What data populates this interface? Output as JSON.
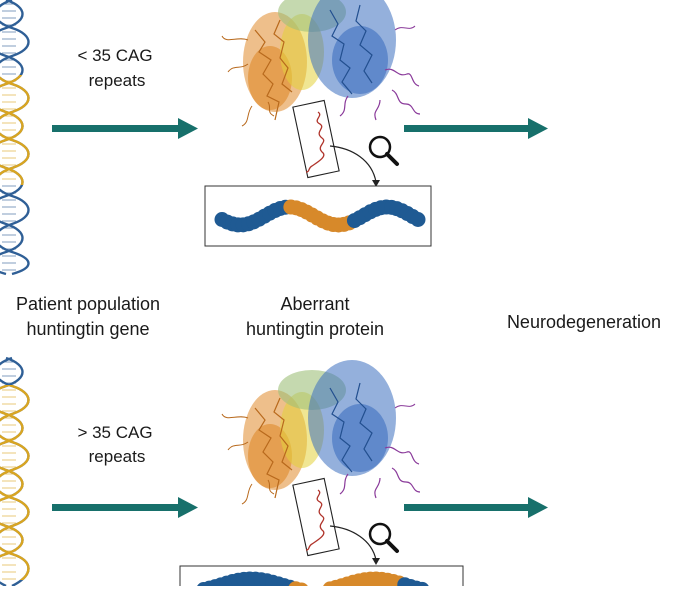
{
  "top_panel": {
    "repeat_label_line1": "< 35 CAG",
    "repeat_label_line2": "repeats"
  },
  "middle_labels": {
    "gene_line1": "Patient population",
    "gene_line2": "huntingtin gene",
    "protein_line1": "Aberrant",
    "protein_line2": "huntingtin protein",
    "outcome": "Neurodegeneration"
  },
  "bottom_panel": {
    "repeat_label_line1": "> 35 CAG",
    "repeat_label_line2": "repeats"
  },
  "colors": {
    "arrow": "#17706b",
    "dna_blue": "#2f5f96",
    "dna_gold": "#d9a521",
    "chain_blue": "#1f5a93",
    "chain_orange": "#d7892a",
    "protein_orange": "#e08a2c",
    "protein_yellow": "#e3d23a",
    "protein_green": "#9fc07a",
    "protein_blue": "#3d6fbf",
    "loop_purple": "#8a3a9a",
    "tail_red": "#b0342b"
  }
}
